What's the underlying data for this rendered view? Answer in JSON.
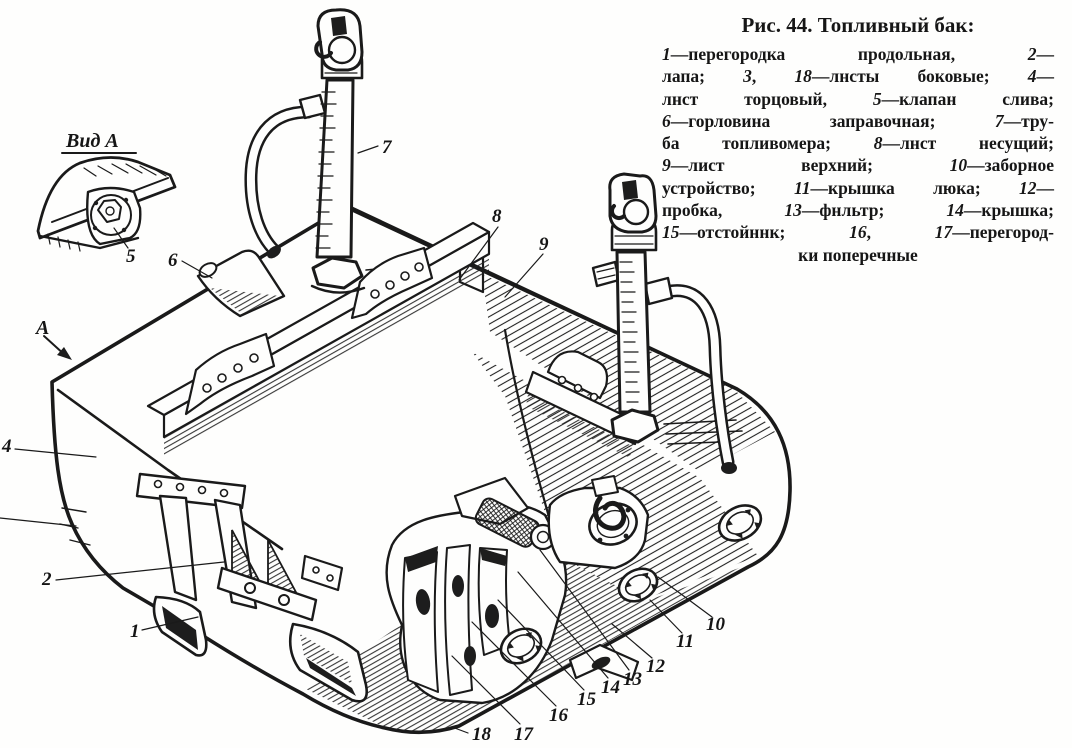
{
  "figure": {
    "title": "Рис. 44. Топливный бак:",
    "legend_lines": [
      "1—перегородка продольная, 2—",
      "лапа; 3, 18—лнсты боковые; 4—",
      "лнст торцовый, 5—клапан слива;",
      "6—горловина заправочная; 7—тру-",
      "ба топливомера; 8—лнст несущий;",
      "9—лист верхний; 10—заборное",
      "устройство; 11—крышка люка; 12—",
      "пробка, 13—фнльтр; 14—крышка;",
      "15—отстойннк; 16, 17—перегород-",
      "ки поперечные"
    ]
  },
  "drawing": {
    "view_label": "Вид А",
    "arrow_label": "А",
    "callouts": {
      "n1": "1",
      "n2": "2",
      "n4": "4",
      "n5": "5",
      "n6": "6",
      "n7": "7",
      "n8": "8",
      "n9": "9",
      "n10": "10",
      "n11": "11",
      "n12": "12",
      "n13": "13",
      "n14": "14",
      "n15": "15",
      "n16": "16",
      "n17": "17",
      "n18": "18"
    }
  }
}
